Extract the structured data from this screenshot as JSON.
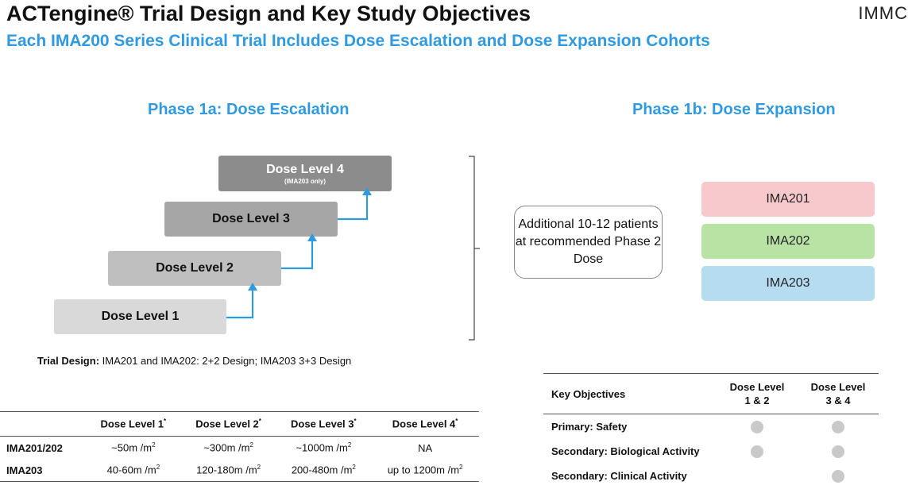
{
  "header": {
    "title": "ACTengine® Trial Design and Key Study Objectives",
    "subtitle": "Each IMA200 Series Clinical Trial Includes Dose Escalation and Dose Expansion Cohorts",
    "logo_text": "IMMC"
  },
  "escalation": {
    "heading": "Phase 1a: Dose Escalation",
    "steps": [
      {
        "label": "Dose Level 1",
        "color": "#d9d9d9"
      },
      {
        "label": "Dose Level 2",
        "color": "#bfbfbf"
      },
      {
        "label": "Dose Level 3",
        "color": "#a6a6a6"
      },
      {
        "label": "Dose Level 4",
        "sublabel": "(IMA203 only)",
        "color": "#8c8c8c"
      }
    ],
    "arrow_color": "#2f9ae0",
    "trial_design_label": "Trial Design:",
    "trial_design_text": " IMA201 and IMA202: 2+2 Design; IMA203 3+3 Design"
  },
  "expansion": {
    "heading": "Phase 1b: Dose Expansion",
    "callout": "Additional 10-12 patients at recommended Phase 2 Dose",
    "cohorts": [
      {
        "label": "IMA201",
        "color": "#f8c9cc"
      },
      {
        "label": "IMA202",
        "color": "#b9e3a5"
      },
      {
        "label": "IMA203",
        "color": "#b6dcf2"
      }
    ]
  },
  "dose_table": {
    "columns": [
      "",
      "Dose Level 1",
      "Dose Level 2",
      "Dose Level 3",
      "Dose Level 4"
    ],
    "footnote_mark": "*",
    "rows": [
      {
        "name": "IMA201/202",
        "values": [
          "~50m /m",
          "~300m /m",
          "~1000m /m",
          "NA"
        ],
        "sup": [
          "2",
          "2",
          "2",
          ""
        ]
      },
      {
        "name": "IMA203",
        "values": [
          "40-60m /m",
          "120-180m /m",
          "200-480m /m",
          "up to 1200m /m"
        ],
        "sup": [
          "2",
          "2",
          "2",
          "2"
        ]
      }
    ]
  },
  "objectives_table": {
    "header": "Key Objectives",
    "col1": "Dose Level\n1 & 2",
    "col1_line1": "Dose Level",
    "col1_line2": "1 & 2",
    "col2_line1": "Dose Level",
    "col2_line2": "3 & 4",
    "rows": [
      {
        "label": "Primary: Safety",
        "dl12": true,
        "dl34": true
      },
      {
        "label": "Secondary: Biological Activity",
        "dl12": true,
        "dl34": true
      },
      {
        "label": "Secondary: Clinical Activity",
        "dl12": false,
        "dl34": true
      }
    ]
  }
}
